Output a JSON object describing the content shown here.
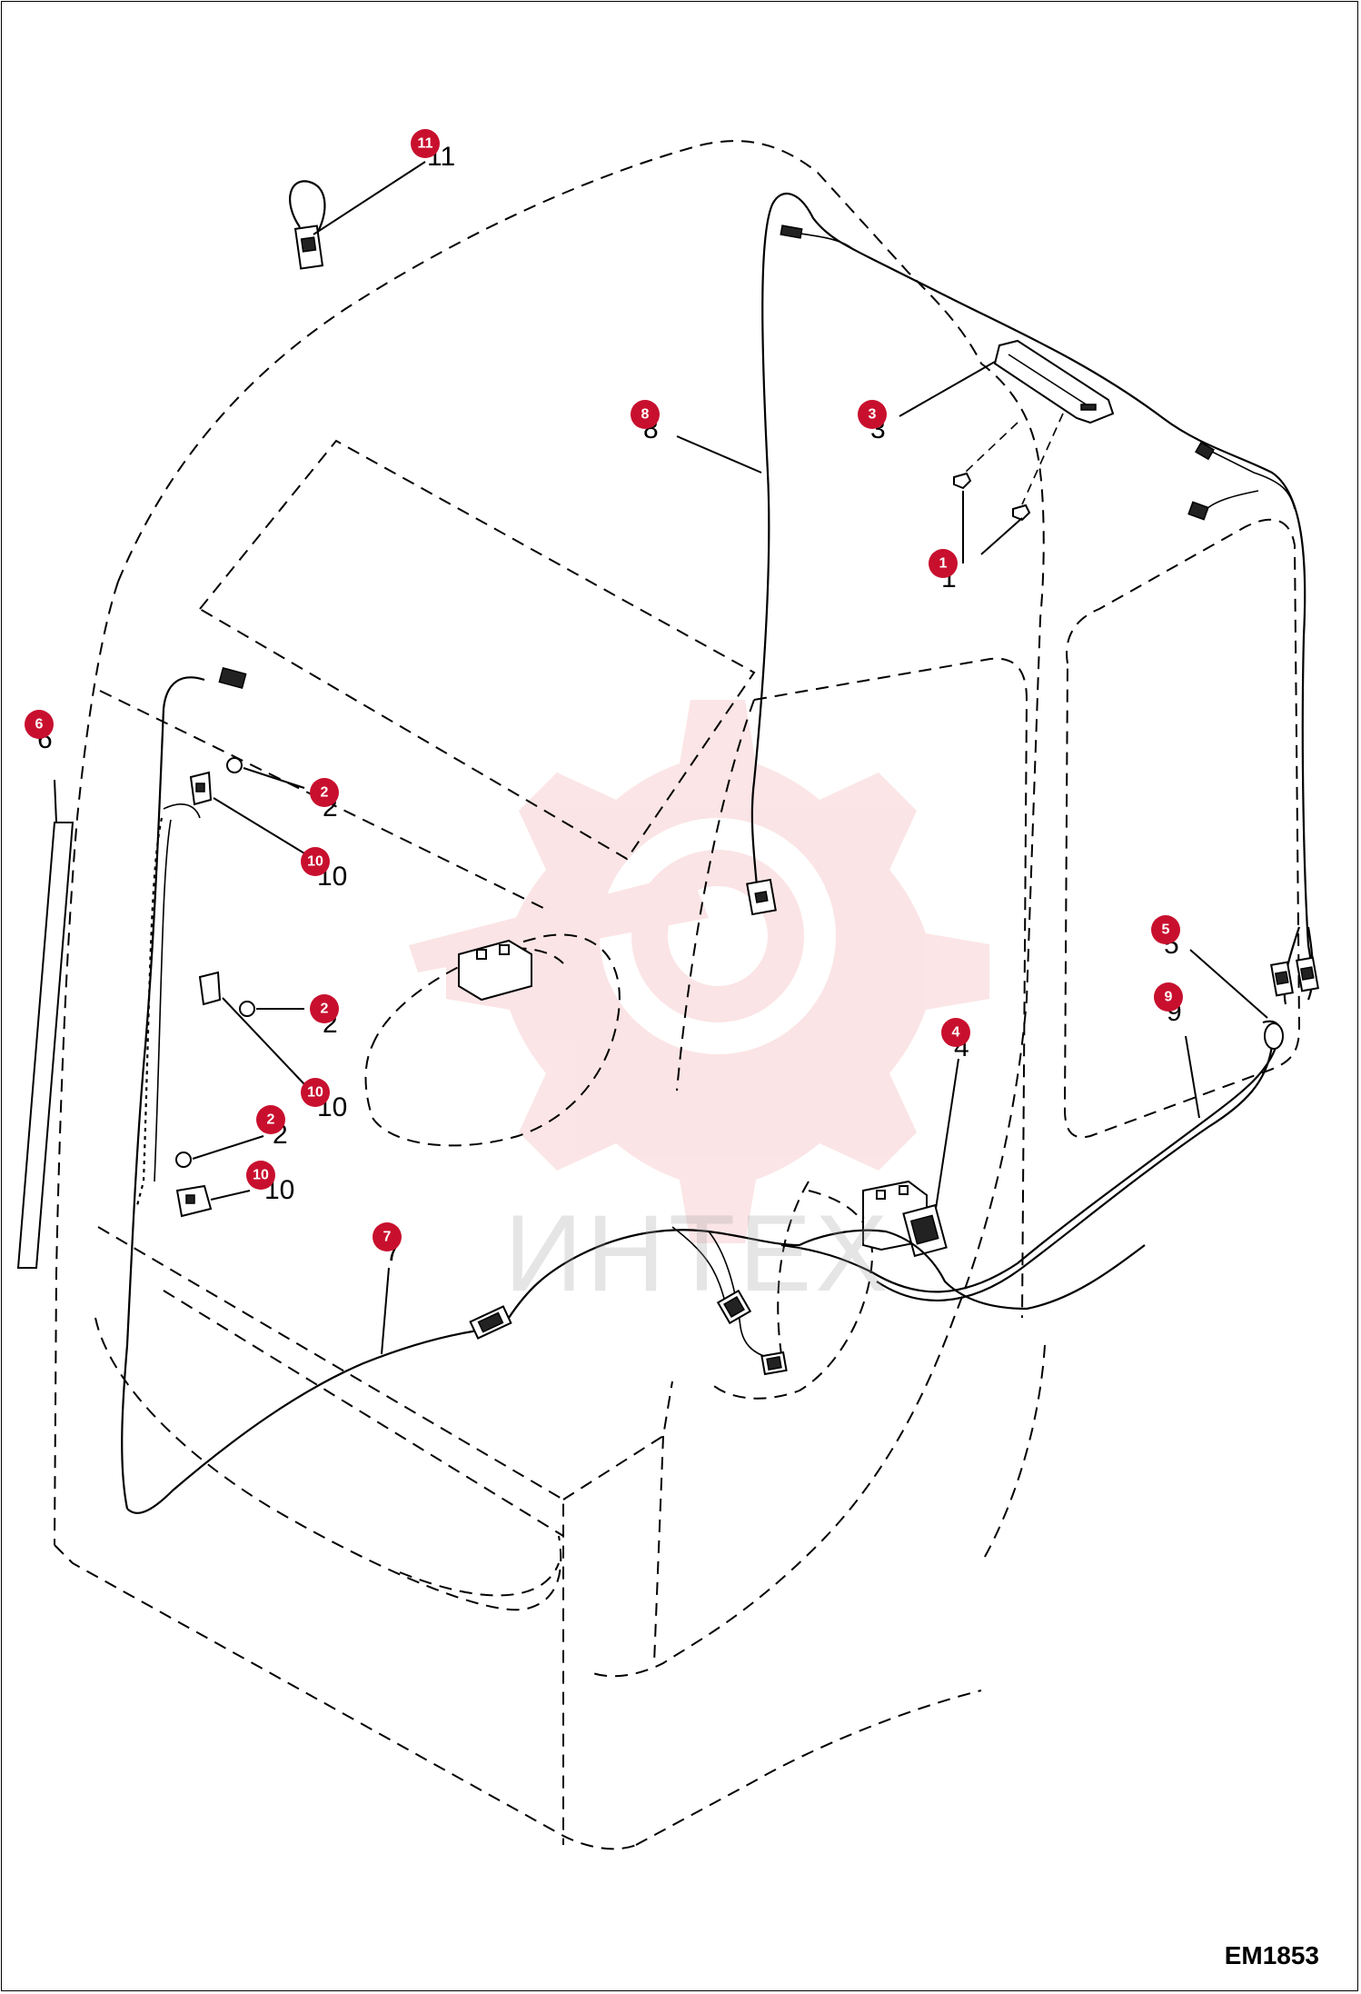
{
  "drawing_code": "EM1853",
  "watermark": "ИНТЕХ",
  "callouts": [
    {
      "id": "callout-11",
      "label": "11",
      "ghost": "11"
    },
    {
      "id": "callout-8",
      "label": "8",
      "ghost": "8"
    },
    {
      "id": "callout-3",
      "label": "3",
      "ghost": "3"
    },
    {
      "id": "callout-1",
      "label": "1",
      "ghost": "1"
    },
    {
      "id": "callout-6",
      "label": "6",
      "ghost": "6"
    },
    {
      "id": "callout-2a",
      "label": "2",
      "ghost": "2"
    },
    {
      "id": "callout-10a",
      "label": "10",
      "ghost": "10"
    },
    {
      "id": "callout-2b",
      "label": "2",
      "ghost": "2"
    },
    {
      "id": "callout-10b",
      "label": "10",
      "ghost": "10"
    },
    {
      "id": "callout-2c",
      "label": "2",
      "ghost": "2"
    },
    {
      "id": "callout-10c",
      "label": "10",
      "ghost": "10"
    },
    {
      "id": "callout-5",
      "label": "5",
      "ghost": "5"
    },
    {
      "id": "callout-9",
      "label": "9",
      "ghost": "9"
    },
    {
      "id": "callout-4",
      "label": "4",
      "ghost": "4"
    },
    {
      "id": "callout-7",
      "label": "7",
      "ghost": "7"
    }
  ],
  "colors": {
    "callout": "#c8102e",
    "watermark": "#f2a0a5",
    "line": "#000000"
  }
}
